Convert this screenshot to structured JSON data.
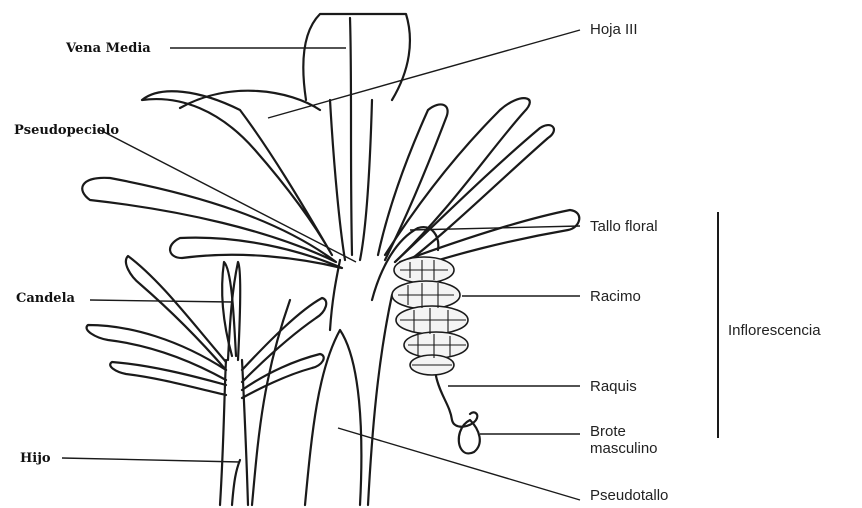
{
  "labels": {
    "vena_media": "Vena Media",
    "pseudopeciolo": "Pseudopeciolo",
    "candela": "Candela",
    "hijo": "Hijo",
    "hoja": "Hoja III",
    "tallo_floral": "Tallo floral",
    "racimo": "Racimo",
    "raquis": "Raquis",
    "brote_line1": "Brote",
    "brote_line2": "masculino",
    "pseudotallo": "Pseudotallo",
    "inflorescencia": "Inflorescencia"
  }
}
